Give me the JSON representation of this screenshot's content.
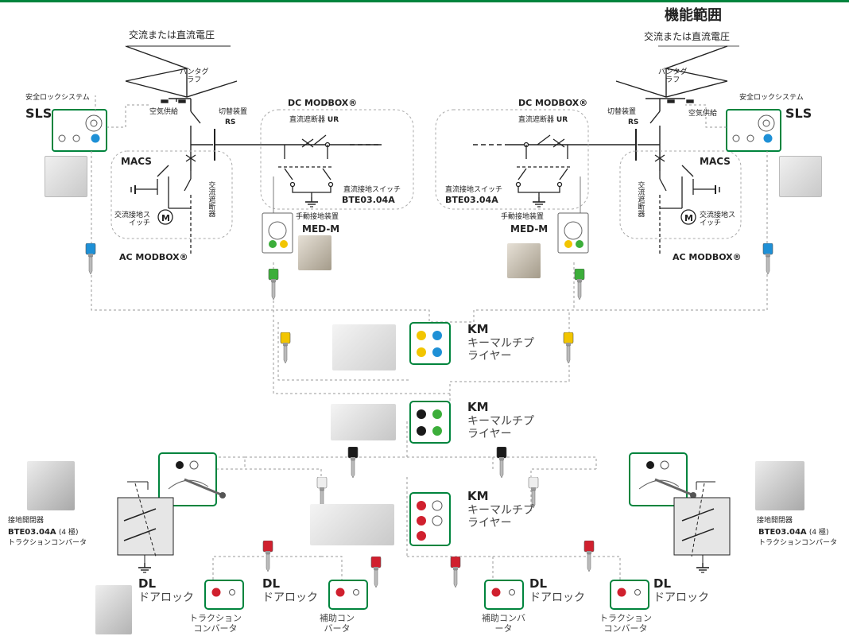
{
  "title": "機能範囲",
  "supply": {
    "left": "交流または直流電圧",
    "right": "交流または直流電圧"
  },
  "pantograph": {
    "left": "パンタグ\nラフ",
    "right": "パンタグ\nラフ"
  },
  "air_supply": {
    "left": "空気供給",
    "right": "空気供給"
  },
  "sls": {
    "label_left": "安全ロックシステム",
    "code_left": "SLS",
    "label_right": "安全ロックシステム",
    "code_right": "SLS"
  },
  "switch_device": {
    "label_left": "切替装置",
    "code_left": "RS",
    "label_right": "切替装置",
    "code_right": "RS"
  },
  "dc_modbox": {
    "left": "DC MODBOX®",
    "right": "DC MODBOX®"
  },
  "dc_breaker": {
    "left_label": "直流遮断器",
    "left_code": "UR",
    "right_label": "直流遮断器",
    "right_code": "UR"
  },
  "macs": {
    "left": "MACS",
    "right": "MACS"
  },
  "ac_breaker": {
    "left": "交流遮断器",
    "right": "交流遮断器"
  },
  "ac_earth": {
    "left": "交流接地ス\nイッチ",
    "right": "交流接地ス\nイッチ"
  },
  "ac_modbox": {
    "left": "AC MODBOX®",
    "right": "AC MODBOX®"
  },
  "dc_earth": {
    "left_label": "直流接地スイッチ",
    "left_code": "BTE03.04A",
    "right_label": "直流接地スイッチ",
    "right_code": "BTE03.04A"
  },
  "med": {
    "left_label": "手動接地装置",
    "left_code": "MED-M",
    "right_label": "手動接地装置",
    "right_code": "MED-M"
  },
  "km": [
    {
      "code": "KM",
      "label": "キーマルチプ\nライヤー"
    },
    {
      "code": "KM",
      "label": "キーマルチプ\nライヤー"
    },
    {
      "code": "KM",
      "label": "キーマルチプ\nライヤー"
    }
  ],
  "earthing_switch": {
    "left_label": "接地開閉器",
    "left_code": "BTE03.04A",
    "left_poles": "(4 極)",
    "left_sub": "トラクションコンバータ",
    "right_label": "接地開閉器",
    "right_code": "BTE03.04A",
    "right_poles": "(4 極)",
    "right_sub": "トラクションコンバータ"
  },
  "dl": [
    {
      "code": "DL",
      "label": "ドアロック",
      "sub": "トラクション\nコンバータ"
    },
    {
      "code": "DL",
      "label": "ドアロック",
      "sub": "補助コンバ\nータ"
    },
    {
      "code": "DL",
      "label": "ドアロック",
      "sub": "補助コン\nバータ"
    },
    {
      "code": "DL",
      "label": "ドアロック",
      "sub": "トラクション\nコンバータ"
    }
  ],
  "colors": {
    "green": "#00843d",
    "blue": "#1e90d6",
    "yellow": "#f2c500",
    "red": "#d0202e",
    "black": "#1a1a1a",
    "dash": "#9a9a9a"
  }
}
